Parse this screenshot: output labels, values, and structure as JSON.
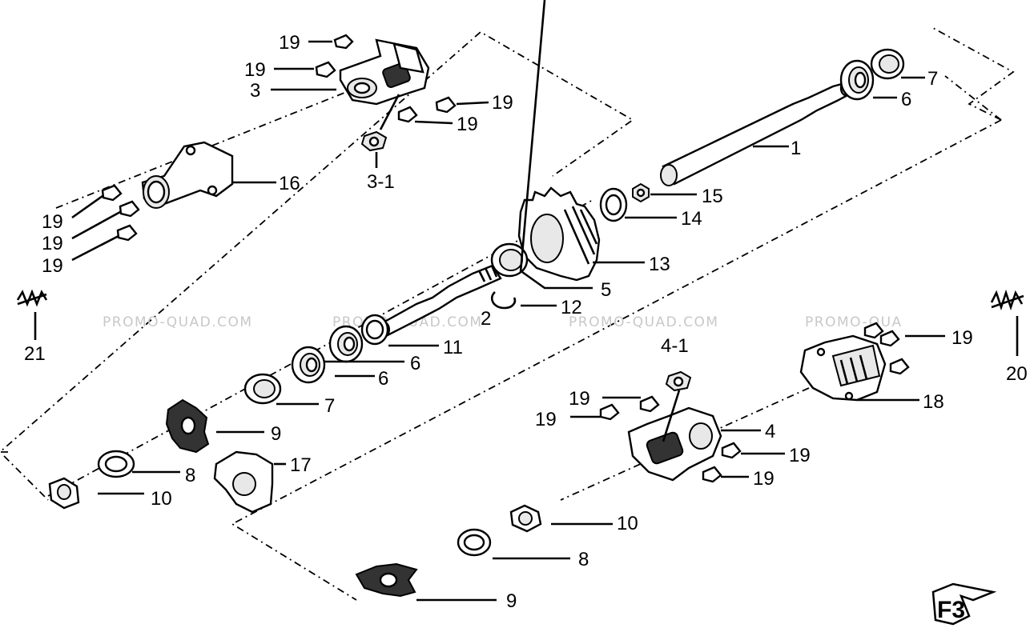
{
  "watermark": "PROMO-QUAD.COM",
  "watermark_partial": "PROMO-QUA",
  "labels": {
    "p1": "1",
    "p2": "2",
    "p3": "3",
    "p3_1": "3-1",
    "p4": "4",
    "p4_1": "4-1",
    "p5": "5",
    "p6": "6",
    "p7": "7",
    "p8": "8",
    "p9": "9",
    "p10": "10",
    "p11": "11",
    "p12": "12",
    "p13": "13",
    "p14": "14",
    "p15": "15",
    "p16": "16",
    "p17": "17",
    "p18": "18",
    "p19": "19",
    "p20": "20",
    "p21": "21"
  },
  "logo": "F3"
}
